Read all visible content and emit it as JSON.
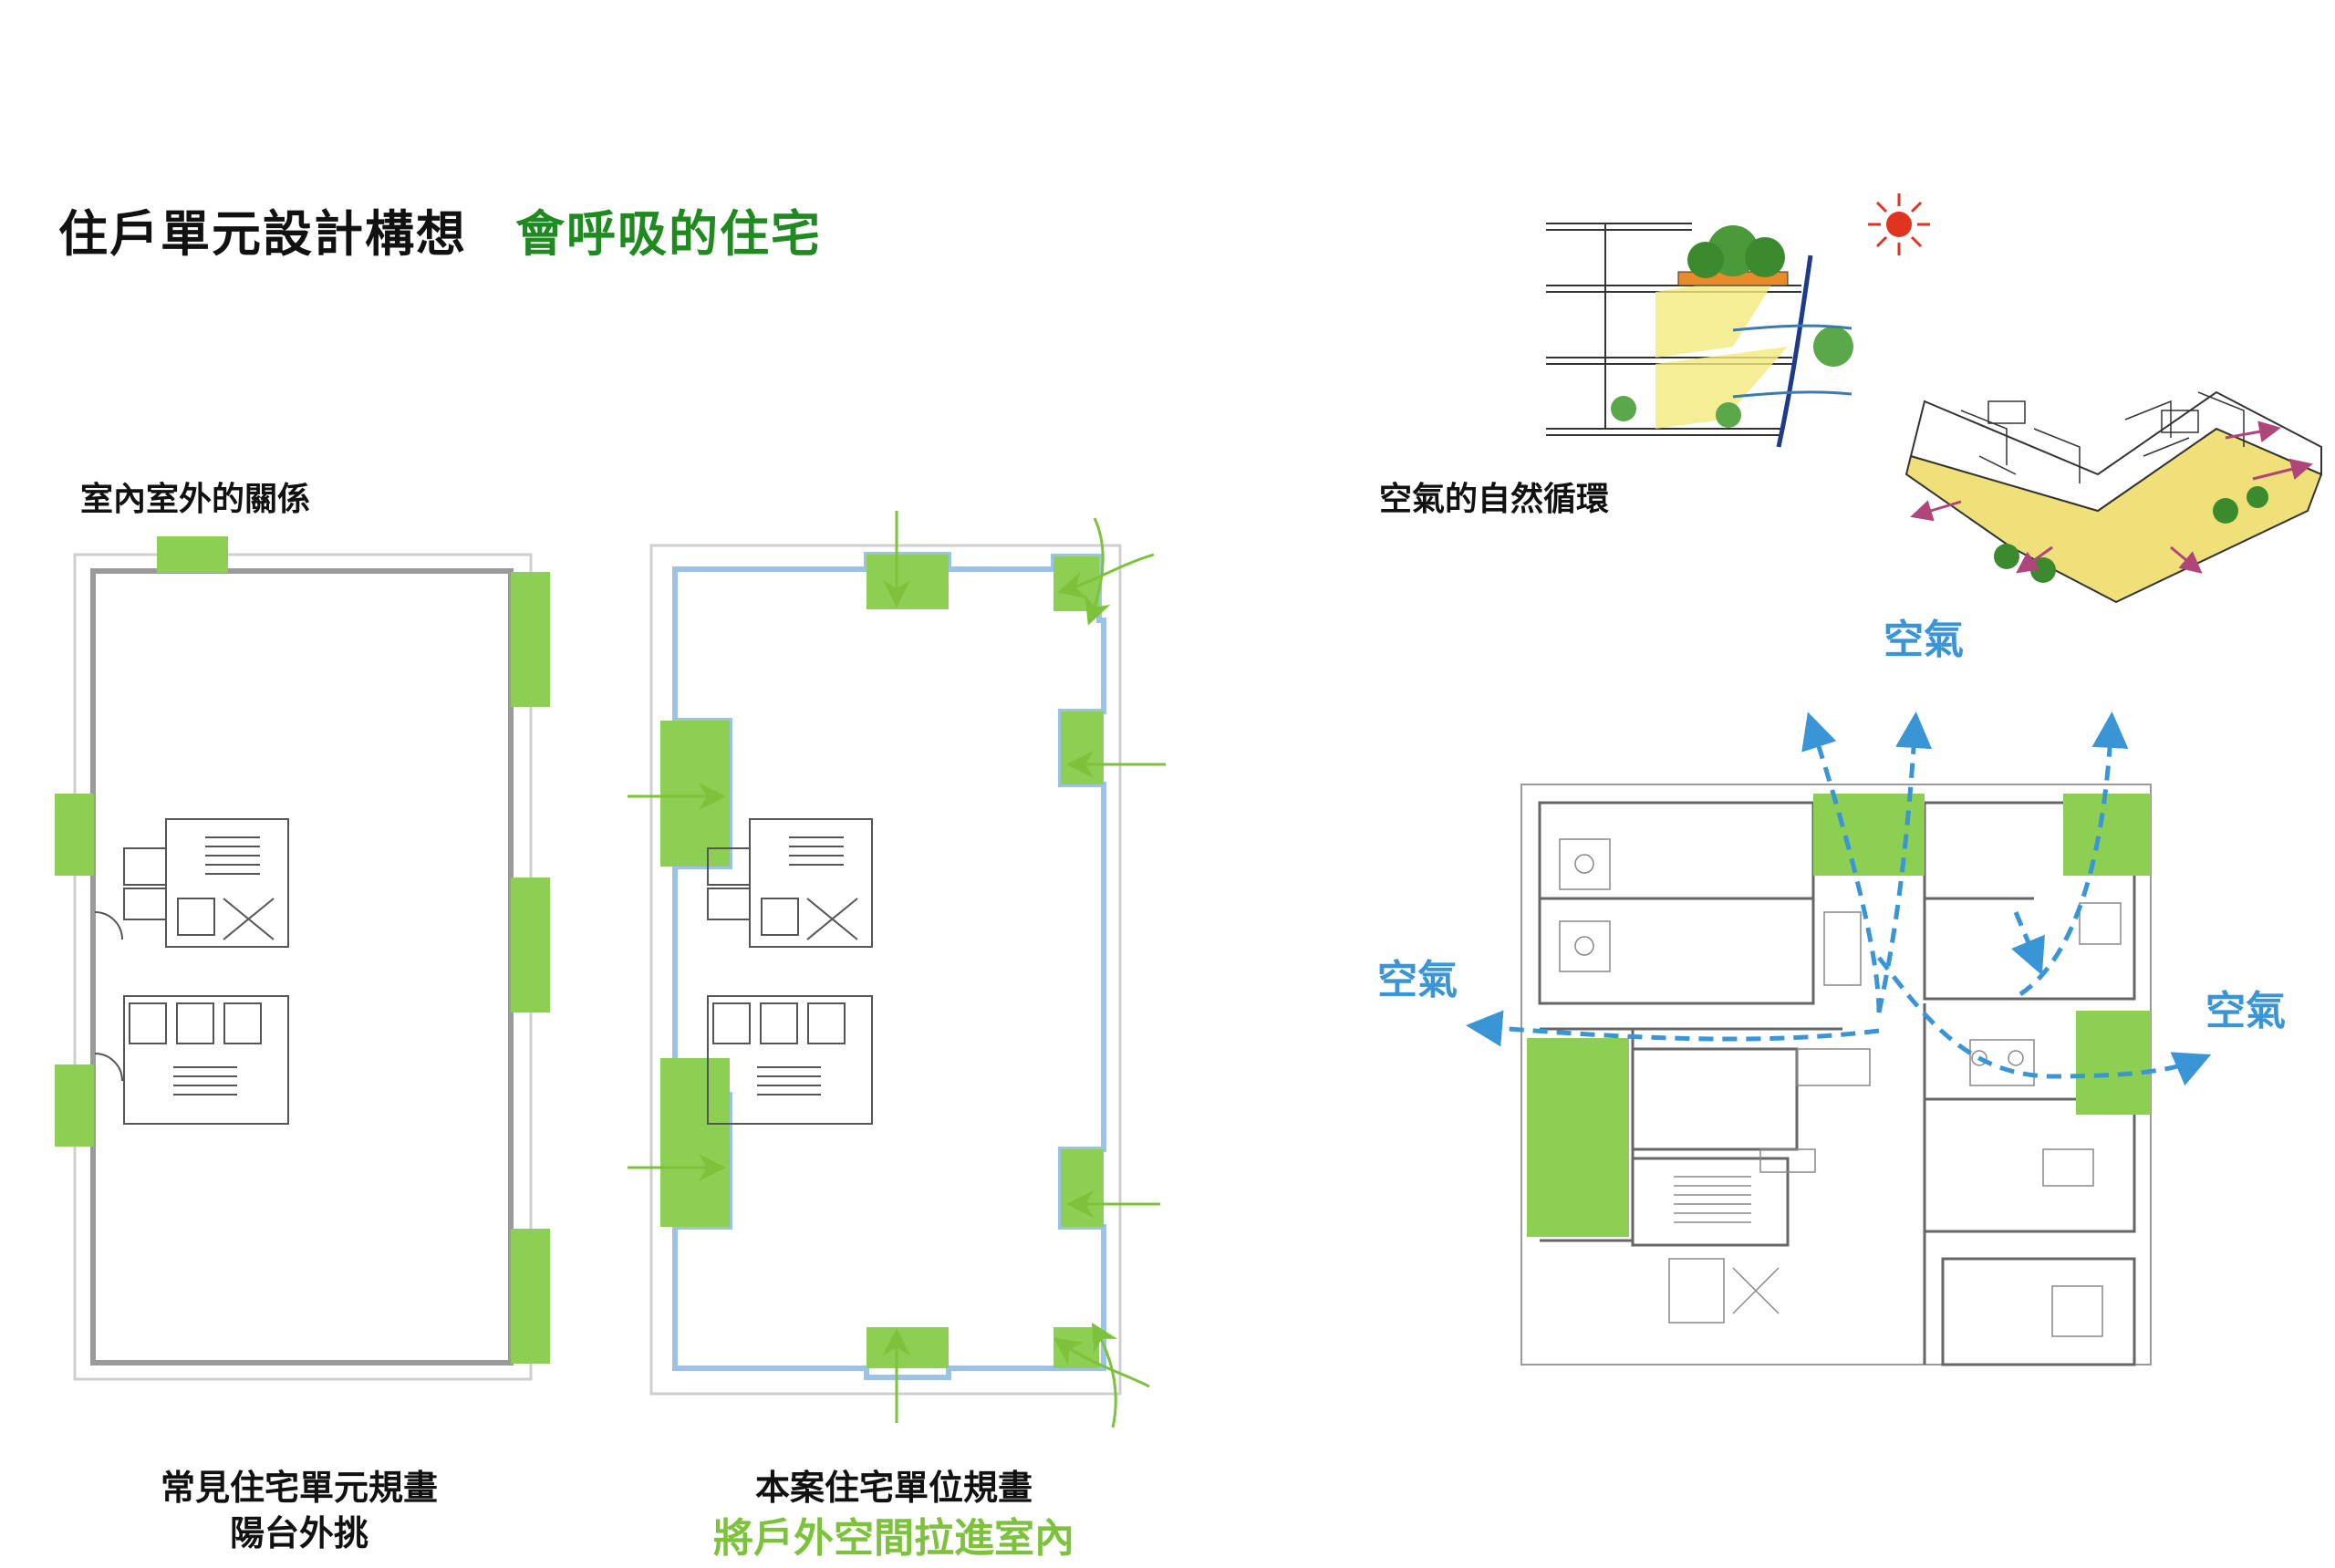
{
  "header": {
    "title": "住戶單元設計構想",
    "highlight": "會呼吸的住宅"
  },
  "left_section": {
    "subtitle": "室內室外的關係",
    "plan_a": {
      "caption_line1": "常見住宅單元規畫",
      "caption_line2": "陽台外挑"
    },
    "plan_b": {
      "caption_line1": "本案住宅單位規畫",
      "caption_line2": "將戶外空間拉進室內"
    }
  },
  "right_section": {
    "subtitle": "空氣的自然循環",
    "air_labels": [
      "空氣",
      "空氣",
      "空氣"
    ]
  },
  "colors": {
    "green_block": "#8dcf52",
    "green_arrow": "#7cc23b",
    "blue_outline": "#9cc2e8",
    "air_blue": "#3a95d6",
    "title_green": "#1f8a1f"
  }
}
